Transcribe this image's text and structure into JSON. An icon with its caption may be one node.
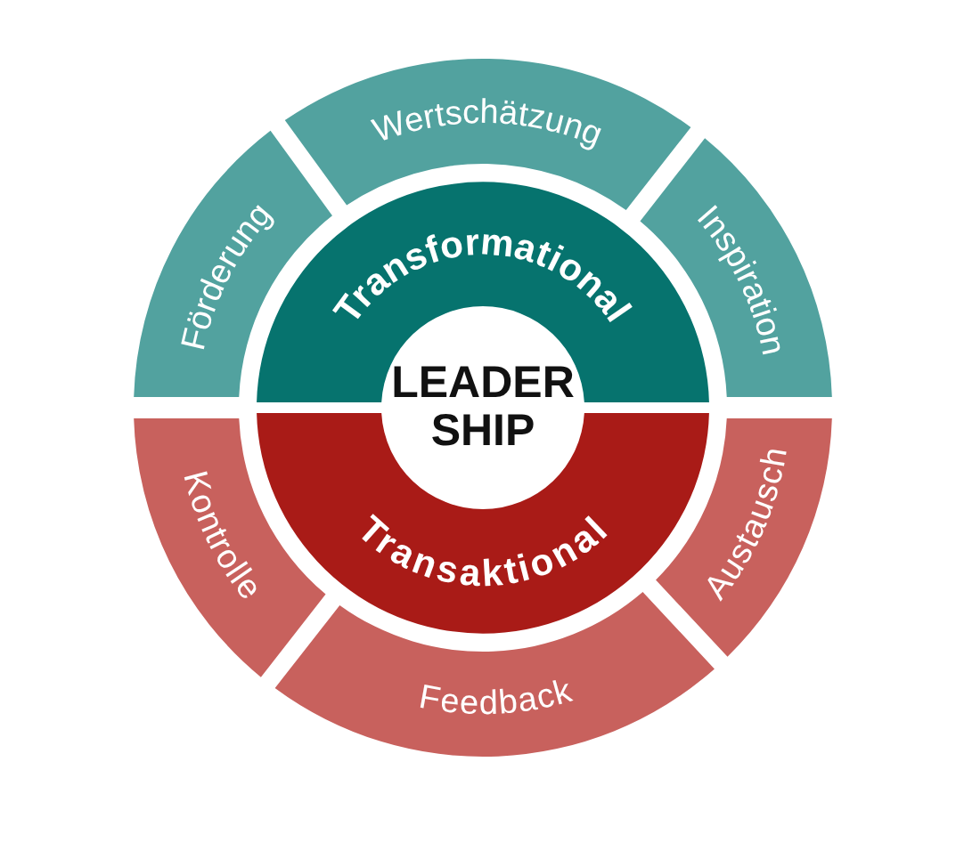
{
  "diagram": {
    "nodes": [
      {
        "text": [
          "Förderung"
        ]
      },
      {
        "text": [
          "Wertschätzung"
        ]
      },
      {
        "text": [
          "Inspiration"
        ]
      },
      {
        "text": [
          "Transformational"
        ]
      },
      {
        "text": [
          "LEADER SHIP"
        ]
      },
      {
        "text": [
          "Transaktional"
        ]
      },
      {
        "text": [
          "Kontrolle"
        ]
      },
      {
        "text": [
          "Feedback"
        ]
      },
      {
        "text": [
          "Austausch"
        ]
      }
    ]
  }
}
